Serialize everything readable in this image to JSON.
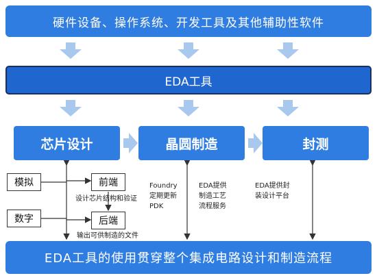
{
  "top_bar": {
    "label": "硬件设备、操作系统、开发工具及其他辅助性软件"
  },
  "eda_bar": {
    "label": "EDA工具"
  },
  "stages": {
    "chip_design": "芯片设计",
    "wafer_manufacturing": "晶圆制造",
    "packaging_testing": "封测"
  },
  "chip_design_detail": {
    "analog": "模拟",
    "digital": "数字",
    "frontend": "前端",
    "backend": "后端",
    "note_chip_design": "设计芯片结构和验证",
    "note_output": "输出可供制造的文件"
  },
  "wafer_notes": {
    "foundry": [
      "Foundry",
      "定期更新",
      "PDK"
    ],
    "eda_process": [
      "EDA提供",
      "制造工艺",
      "流程服务"
    ]
  },
  "packaging_notes": {
    "eda_package": [
      "EDA提供封",
      "装设计平台"
    ]
  },
  "bottom_bar": {
    "label": "EDA工具的使用贯穿整个集成电路设计和制造流程"
  },
  "colors": {
    "primary_blue": "#2f7de1",
    "eda_bar_blue": "#1f66cf",
    "arrow_light_blue": "#a9c8ee",
    "line_dark": "#333333"
  }
}
